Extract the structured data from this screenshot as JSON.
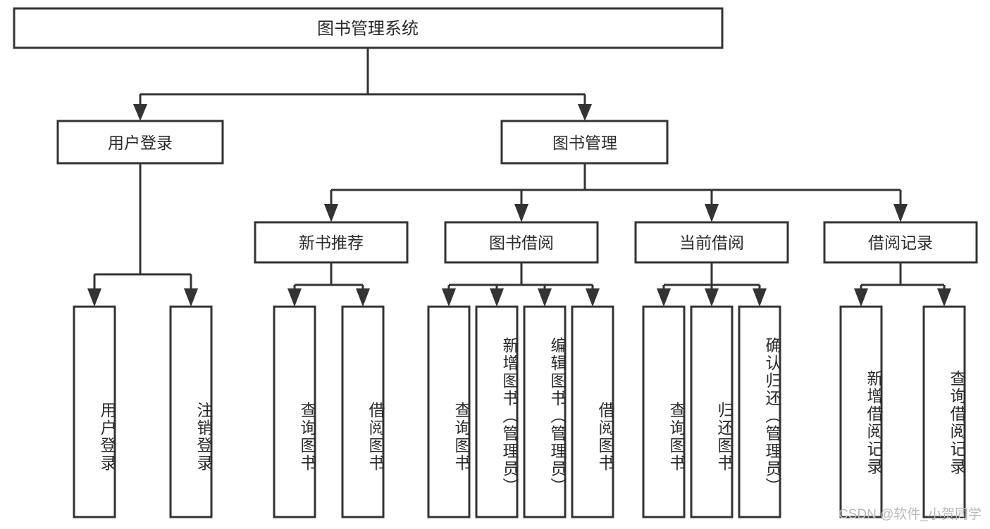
{
  "diagram": {
    "type": "tree",
    "title": "图书管理系统",
    "watermark": "CSDN @软件_小贺同学",
    "colors": {
      "stroke": "#333333",
      "fill": "#ffffff",
      "text": "#2b2b2b",
      "watermark": "#b9b9b9"
    },
    "nodes": {
      "root": {
        "label": "图书管理系统",
        "level": 0
      },
      "l1": [
        {
          "label": "用户登录"
        },
        {
          "label": "图书管理"
        }
      ],
      "l2": [
        {
          "label": "新书推荐"
        },
        {
          "label": "图书借阅"
        },
        {
          "label": "当前借阅"
        },
        {
          "label": "借阅记录"
        }
      ],
      "leaves": [
        {
          "label": "用户登录",
          "parent": "用户登录"
        },
        {
          "label": "注销登录",
          "parent": "用户登录"
        },
        {
          "label": "查询图书",
          "parent": "新书推荐"
        },
        {
          "label": "借阅图书",
          "parent": "新书推荐"
        },
        {
          "label": "查询图书",
          "parent": "图书借阅"
        },
        {
          "label": "新增图书（管理员）",
          "parent": "图书借阅"
        },
        {
          "label": "编辑图书（管理员）",
          "parent": "图书借阅"
        },
        {
          "label": "借阅图书",
          "parent": "图书借阅"
        },
        {
          "label": "查询图书",
          "parent": "当前借阅"
        },
        {
          "label": "归还图书",
          "parent": "当前借阅"
        },
        {
          "label": "确认归还（管理员）",
          "parent": "当前借阅"
        },
        {
          "label": "新增借阅记录",
          "parent": "借阅记录"
        },
        {
          "label": "查询借阅记录",
          "parent": "借阅记录"
        }
      ]
    }
  }
}
